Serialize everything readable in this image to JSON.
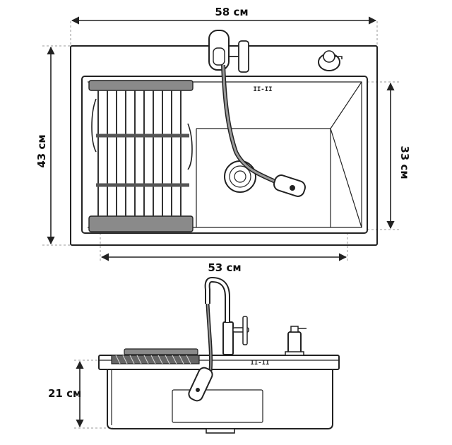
{
  "top_view": {
    "width_label": "58 см",
    "depth_label": "43 см",
    "bowl_depth_label": "33 см",
    "bowl_width_label": "53 см",
    "marking": "II-II"
  },
  "side_view": {
    "height_label": "21 см",
    "marking": "II-II"
  },
  "colors": {
    "line": "#222222",
    "rack_fill": "#8a8a8a",
    "rack_dark": "#555555"
  }
}
